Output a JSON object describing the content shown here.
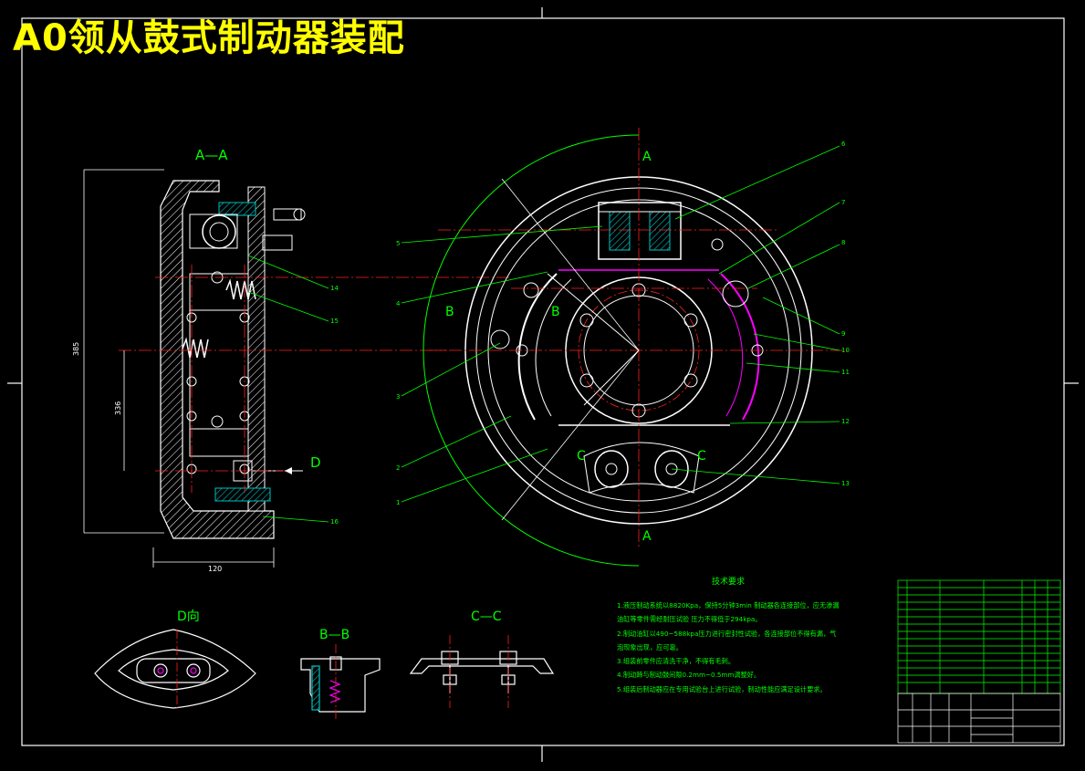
{
  "title": "A0领从鼓式制动器装配",
  "views": {
    "section_aa": "A—A",
    "view_d": "D向",
    "section_bb": "B—B",
    "section_cc": "C—C"
  },
  "cut_marks": {
    "a": "A",
    "b": "B",
    "c": "C",
    "d": "D"
  },
  "dimensions": {
    "width_bottom": "120",
    "height_left": "385",
    "height_inner": "336"
  },
  "leaders": [
    "1",
    "2",
    "3",
    "4",
    "5",
    "6",
    "7",
    "8",
    "9",
    "10",
    "11",
    "12",
    "13",
    "14",
    "15",
    "16"
  ],
  "tech_req": {
    "heading": "技术要求",
    "items": [
      "1.液压制动系统以8820Kpa，保持5分钟3min 制动器各连接部位，应无渗漏",
      "油缸等零件需经耐压试验 压力不得低于294kpa。",
      "2.制动油缸以490~588kpa压力进行密封性试验，各连接部位不得有漏，气",
      "泡现象出现，应可靠。",
      "3.组装前零件应清洗干净，不得有毛刺。",
      "4.制动蹄与制动鼓间隙0.2mm~0.5mm调整好。",
      "5.组装后制动器应在专用试验台上进行试验，制动性能应满足设计要求。"
    ]
  },
  "colors": {
    "background": "#000000",
    "frame": "#ffffff",
    "title": "#ffff00",
    "centerline": "#ff2020",
    "leader": "#00ff00",
    "part": "#ffffff",
    "section_fill": "#00c0c0",
    "accent": "#ff00ff"
  }
}
